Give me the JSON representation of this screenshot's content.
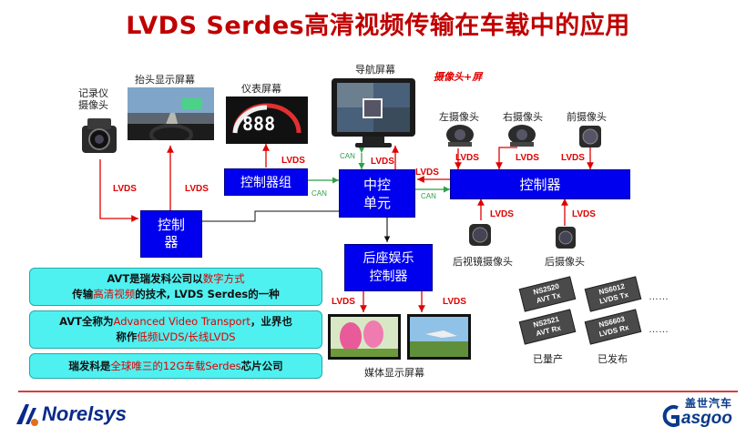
{
  "title": "LVDS Serdes高清视频传输在车载中的应用",
  "labels": {
    "recorder_camera": [
      "记录仪",
      "摄像头"
    ],
    "hud_screen": "抬头显示屏幕",
    "instrument_screen": "仪表屏幕",
    "nav_screen": "导航屏幕",
    "camera_screen_tag": "摄像头+屏",
    "left_camera": "左摄像头",
    "right_camera": "右摄像头",
    "front_camera": "前摄像头",
    "mirror_camera": "后视镜摄像头",
    "rear_camera": "后摄像头",
    "media_screen": "媒体显示屏幕",
    "mass_produced": "已量产",
    "released": "已发布",
    "dots": "……"
  },
  "gauge_value": "888",
  "boxes": {
    "controller_small": [
      "控制",
      "器"
    ],
    "controller_group": "控制器组",
    "central": [
      "中控",
      "单元"
    ],
    "controller_right": "控制器",
    "rear_ent": [
      "后座娱乐",
      "控制器"
    ]
  },
  "link_labels": {
    "lvds": "LVDS",
    "can": "CAN"
  },
  "info_boxes": {
    "box1": {
      "l1_a": "AVT是瑞发科公司以",
      "l1_hl": "数字方式",
      "l2_a": "传输",
      "l2_hl": "高清视频",
      "l2_b": "的技术, LVDS Serdes的一种"
    },
    "box2": {
      "l1_a": "AVT全称为",
      "l1_hl": "Advanced Video Transport",
      "l1_b": "，业界也",
      "l2_a": "称作",
      "l2_hl": "低频LVDS/长线LVDS"
    },
    "box3": {
      "a": "瑞发科是",
      "hl": "全球唯三的12G车载Serdes",
      "b": "芯片公司"
    }
  },
  "chips": [
    {
      "name": "NS2520",
      "sub": "AVT Tx"
    },
    {
      "name": "NS6012",
      "sub": "LVDS Tx"
    },
    {
      "name": "NS2521",
      "sub": "AVT Rx"
    },
    {
      "name": "NS6603",
      "sub": "LVDS Rx"
    }
  ],
  "logos": {
    "left": "Norelsys",
    "right_cn": "盖世汽车",
    "right_en": "asgoo"
  },
  "colors": {
    "title": "#c00000",
    "box": "#0000ee",
    "arrow": "#e00000",
    "can": "#2e9e46",
    "info": "#4ff0f0"
  }
}
